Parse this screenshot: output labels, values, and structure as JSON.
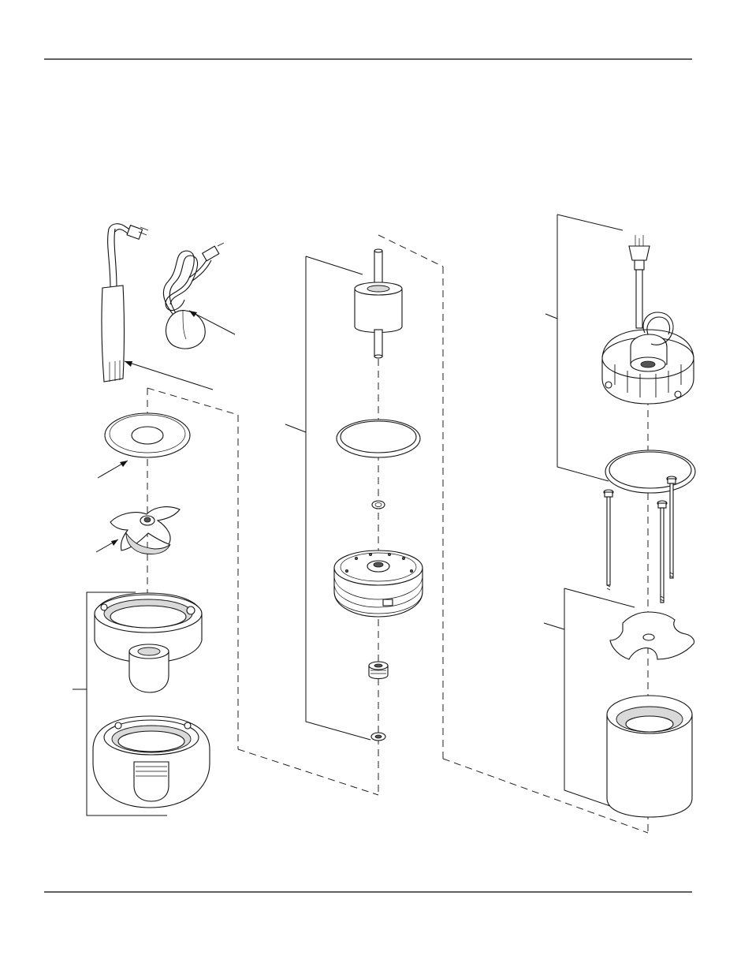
{
  "diagram": {
    "type": "exploded-parts-view",
    "columns": [
      {
        "id": "left",
        "parts": [
          "float-switch",
          "tether-float-switch",
          "gasket",
          "impeller",
          "volute",
          "base"
        ]
      },
      {
        "id": "center",
        "parts": [
          "rotor-shaft",
          "o-ring",
          "washer",
          "stator-housing",
          "shaft-seal",
          "retaining-ring"
        ]
      },
      {
        "id": "right",
        "parts": [
          "power-cord",
          "motor-cover",
          "cover-o-ring",
          "bolts",
          "spacer-plate",
          "pump-sleeve"
        ]
      }
    ]
  }
}
